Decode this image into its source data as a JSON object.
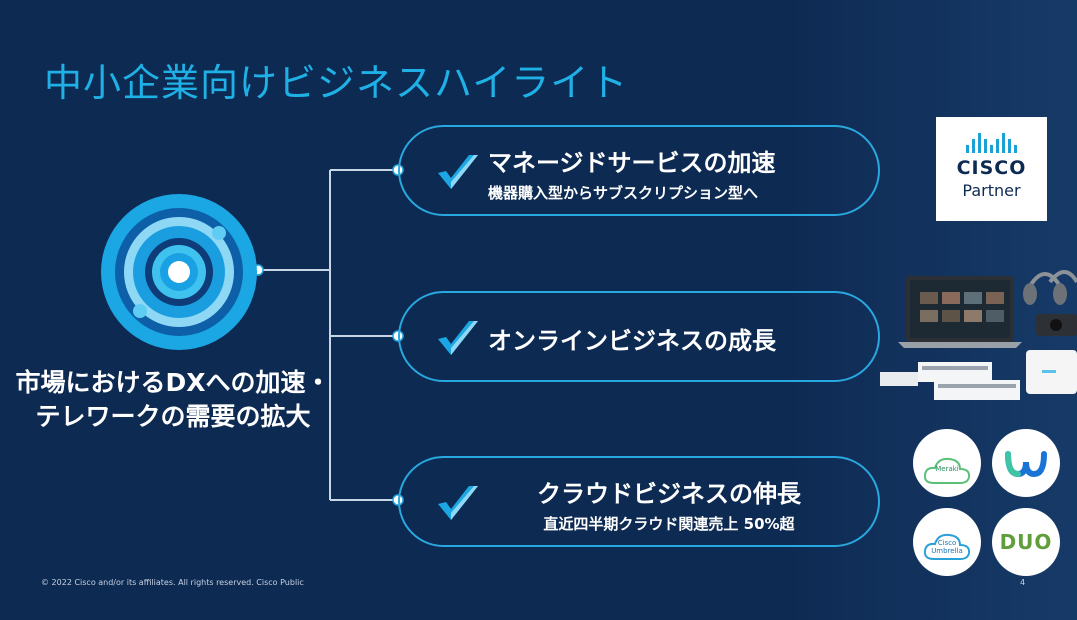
{
  "title": "中小企業向けビジネスハイライト",
  "hub": {
    "text_line1": "市場におけるDXへの加速・",
    "text_line2": "テレワークの需要の拡大"
  },
  "items": [
    {
      "main": "マネージドサービスの加速",
      "sub": "機器購入型からサブスクリプション型へ"
    },
    {
      "main": "オンラインビジネスの成長",
      "sub": ""
    },
    {
      "main": "クラウドビジネスの伸長",
      "sub": "直近四半期クラウド関連売上 50%超"
    }
  ],
  "partner_logo": {
    "word1": "CISCO",
    "word2": "Partner"
  },
  "product_logos": [
    {
      "name": "meraki-logo",
      "label": "Meraki"
    },
    {
      "name": "webex-logo",
      "label": ""
    },
    {
      "name": "umbrella-logo",
      "label": "Cisco Umbrella"
    },
    {
      "name": "duo-logo",
      "label": "DUO"
    }
  ],
  "footer": "© 2022  Cisco and/or its affiliates. All rights reserved.   Cisco Public",
  "page_number": "4",
  "colors": {
    "background": "#0d2a52",
    "accent": "#1fb0e6",
    "pill_border": "#29a8e0",
    "check": "#1ba0d7"
  },
  "icons": {
    "hub": "concentric-circles-icon",
    "check": "checkmark-icon"
  }
}
